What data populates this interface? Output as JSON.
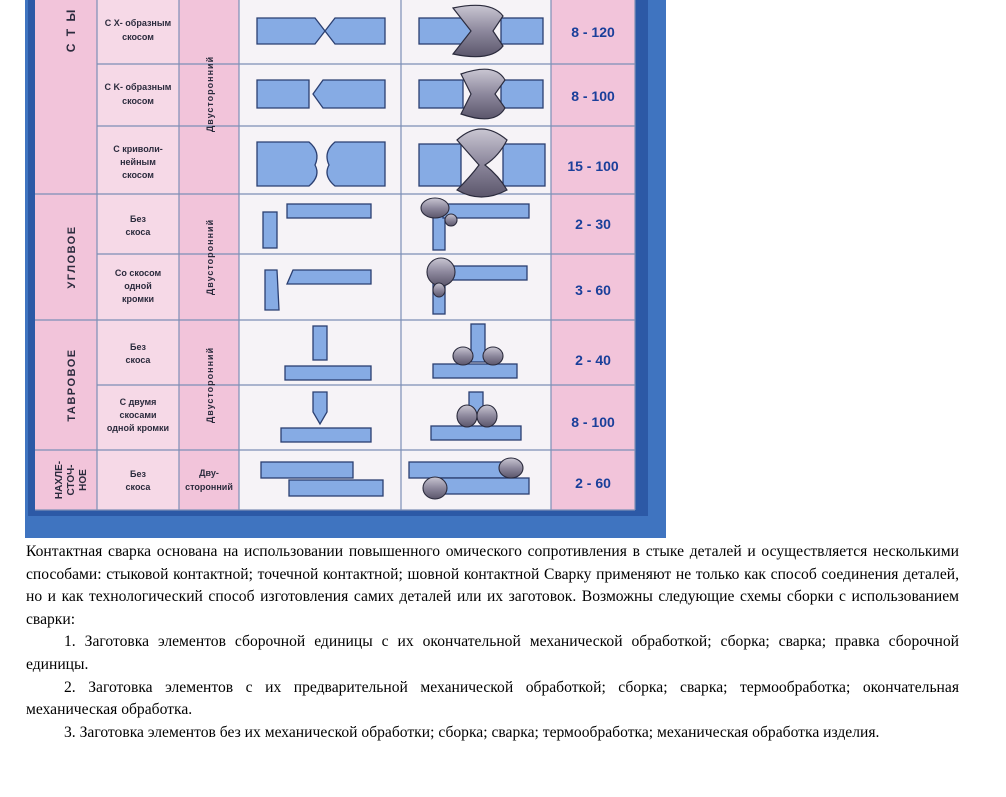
{
  "table": {
    "rows": [
      {
        "type_label": "С Т Ы",
        "edge_label": [
          "С X- образным",
          "скосом"
        ],
        "side_label": "Двусторонний",
        "range": "8 - 120"
      },
      {
        "edge_label": [
          "С K- образным",
          "скосом"
        ],
        "range": "8 - 100"
      },
      {
        "edge_label": [
          "С криволи-",
          "нейным",
          "скосом"
        ],
        "range": "15 - 100"
      },
      {
        "type_label": "УГЛОВОЕ",
        "edge_label": [
          "Без",
          "скоса"
        ],
        "side_label": "Двусторонний",
        "range": "2 - 30"
      },
      {
        "edge_label": [
          "Со скосом",
          "одной",
          "кромки"
        ],
        "range": "3 - 60"
      },
      {
        "type_label": "ТАВРОВОЕ",
        "edge_label": [
          "Без",
          "скоса"
        ],
        "side_label": "Двусторонний",
        "range": "2 - 40"
      },
      {
        "edge_label": [
          "С двумя",
          "скосами",
          "одной кромки"
        ],
        "range": "8 - 100"
      },
      {
        "type_label": "НАХЛЕ- СТОЧ- НОЕ",
        "edge_label": [
          "Без",
          "скоса"
        ],
        "side_label": [
          "Дву-",
          "сторонний"
        ],
        "range": "2 - 60"
      }
    ]
  },
  "text": {
    "para1": "Контактная сварка основана на использовании повышенного омического сопротивления в стыке деталей и осуществляется несколькими способами: стыковой контактной; точечной контактной; шовной контактной Сварку применяют не только как способ соединения деталей, но и как технологический способ изготовления самих деталей или их заготовок. Возможны следующие схемы сборки с использованием сварки:",
    "items": [
      "1.  Заготовка элементов сборочной единицы с их окончательной механической обработкой; сборка; сварка; правка сборочной единицы.",
      "2.  Заготовка элементов с их предварительной механической обработкой; сборка; сварка; термообработка; окончательная механическая обработка.",
      "3.  Заготовка элементов без их механической обработки; сборка; сварка; термообработка; механическая обработка изделия."
    ]
  },
  "colors": {
    "blue_frame": "#3f74c0",
    "pink": "#f2c4da",
    "pale_pink": "#f8e3ee",
    "cell_white": "#f6f3f7",
    "grid": "#7d8fb6",
    "part_blue": "#86abe4",
    "part_stroke": "#2b3f71",
    "weld": "#8f8aa1",
    "text_blue": "#1a3f9a",
    "label_dark": "#2b2b3d"
  }
}
